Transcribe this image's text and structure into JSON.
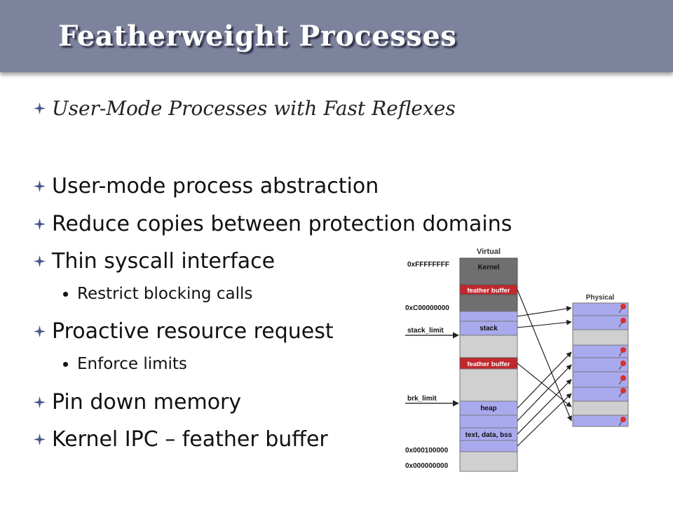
{
  "slide": {
    "title": "Featherweight Processes",
    "subtitle": "User-Mode Processes with Fast Reflexes",
    "bullets": [
      {
        "text": "User-mode process abstraction"
      },
      {
        "text": "Reduce copies between protection domains"
      },
      {
        "text": "Thin syscall interface",
        "sub": "Restrict blocking calls"
      },
      {
        "text": "Proactive resource request",
        "sub": "Enforce limits"
      },
      {
        "text": "Pin down memory"
      },
      {
        "text": "Kernel IPC – feather buffer"
      }
    ]
  },
  "diagram": {
    "virtual_label": "Virtual",
    "physical_label": "Physical",
    "addresses": {
      "top": "0xFFFFFFFF",
      "kernel_base": "0xC00000000",
      "stack_limit": "stack_limit",
      "brk_limit": "brk_limit",
      "text_base": "0x000100000",
      "zero": "0x000000000"
    },
    "segments": {
      "kernel": "Kernel",
      "feather_buffer_top": "feather buffer",
      "stack": "stack",
      "feather_buffer_mid": "feather buffer",
      "heap": "heap",
      "text": "text, data, bss"
    },
    "colors": {
      "kernel": "#6f6f6f",
      "feather": "#c0282d",
      "mapped": "#a9a9ee",
      "unmapped": "#d0d0d0",
      "pin": "#d9302b"
    }
  }
}
